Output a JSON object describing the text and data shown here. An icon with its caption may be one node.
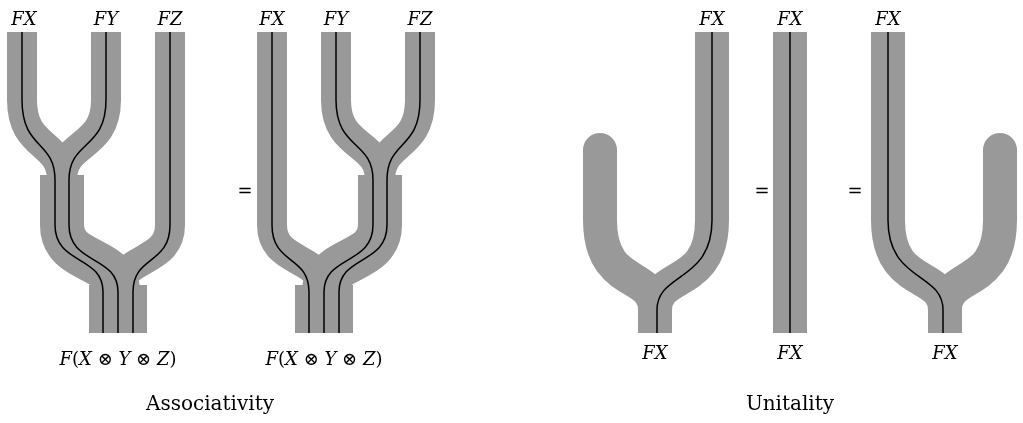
{
  "diagram": {
    "labels": [
      "FX",
      "FY",
      "FZ",
      "FX",
      "FY",
      "FZ",
      "=",
      "*F*(*X* ⊗ *Y* ⊗ *Z*)",
      "*F*(*X* ⊗ *Y* ⊗ *Z*)",
      "Associativity",
      "FX",
      "FX",
      "FX",
      "=",
      "=",
      "FX",
      "FX",
      "FX",
      "Unitality"
    ]
  }
}
